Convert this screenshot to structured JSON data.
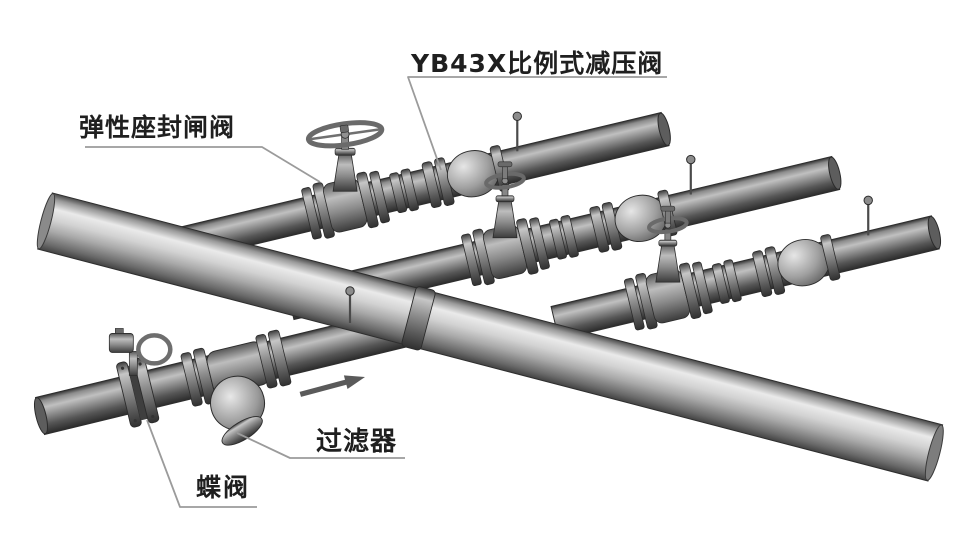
{
  "figure": {
    "type": "isometric piping installation diagram",
    "background": "#ffffff",
    "labels": {
      "reducing_valve": "YB43X比例式减压阀",
      "gate_valve": "弹性座封闸阀",
      "strainer": "过滤器",
      "butterfly_valve": "蝶阀"
    },
    "flow_arrow": {
      "direction": "up-right",
      "meaning": "flow direction into main pipe"
    },
    "colors": {
      "pipe_light": "#c9c9c9",
      "pipe_dark": "#8e8e8e",
      "outline": "#2e2e2e",
      "label_text": "#1f1f1f",
      "leader_line": "#9b9b9b"
    },
    "components": [
      "main-pipe",
      "inlet-pipe",
      "branch-pipe-1",
      "branch-pipe-2",
      "branch-pipe-3",
      "butterfly-valve",
      "y-strainer",
      "gate-valve-1",
      "gate-valve-2",
      "gate-valve-3",
      "pressure-reducing-valve-1",
      "pressure-reducing-valve-2",
      "pressure-reducing-valve-3",
      "vent-pin-junction",
      "vent-pin-1",
      "vent-pin-2",
      "vent-pin-3",
      "flow-direction-arrow"
    ]
  }
}
